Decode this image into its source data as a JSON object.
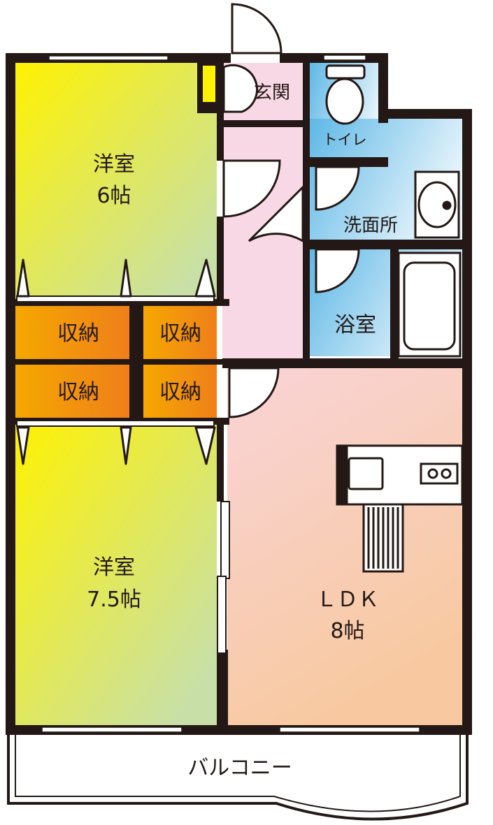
{
  "rooms": {
    "western_room_1": {
      "name": "洋室",
      "size": "6帖"
    },
    "western_room_2": {
      "name": "洋室",
      "size": "7.5帖"
    },
    "ldk": {
      "name": "ＬＤＫ",
      "size": "8帖"
    },
    "entrance": {
      "name": "玄関"
    },
    "toilet": {
      "name": "トイレ"
    },
    "washroom": {
      "name": "洗面所"
    },
    "bathroom": {
      "name": "浴室"
    },
    "closets": [
      "収納",
      "収納",
      "収納",
      "収納"
    ],
    "balcony": {
      "name": "バルコニー"
    }
  },
  "colors": {
    "wall": "#231815",
    "western_room_top": "#fff200",
    "western_room_bottom": "#c8e0a8",
    "closet_left": "#f6a800",
    "closet_right": "#ef7f1a",
    "hallway": "#f9d8e6",
    "wet_area_top": "#5fb8e6",
    "wet_area_bottom": "#e6f4fb",
    "ldk_top": "#f9d4d8",
    "ldk_bottom": "#f8c9a0"
  }
}
